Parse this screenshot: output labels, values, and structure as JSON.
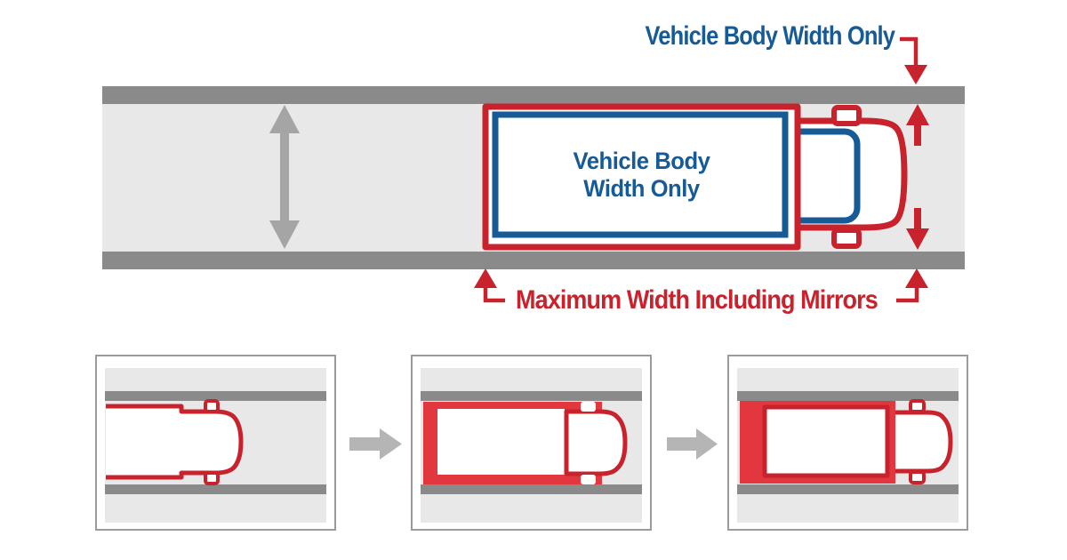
{
  "diagram": {
    "top_label": "Vehicle Body Width Only",
    "truck_label": {
      "line1": "Vehicle Body",
      "line2": "Width Only"
    },
    "bottom_label": "Maximum Width Including Mirrors"
  },
  "colors": {
    "red": "#c8232c",
    "red_fill": "#e2373f",
    "blue": "#165a96",
    "road_surface": "#e8e8e8",
    "road_edge": "#8a8a8a",
    "lane_arrow_gray": "#a5a5a5",
    "sequence_arrow_gray": "#b5b5b5",
    "panel_border_gray": "#9b9b9b",
    "background": "#ffffff"
  }
}
